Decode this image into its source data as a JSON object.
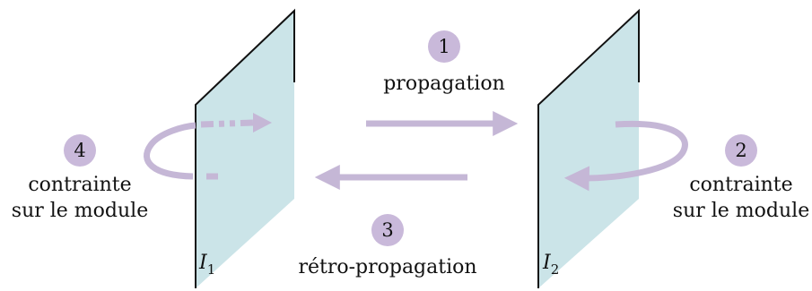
{
  "colors": {
    "plane_fill": "#cbe4e8",
    "plane_edge": "#111111",
    "arrow": "#c5b7d6",
    "badge": "#c9b9da",
    "text": "#111111"
  },
  "planes": [
    {
      "letter": "I",
      "index": "1"
    },
    {
      "letter": "I",
      "index": "2"
    }
  ],
  "steps": [
    {
      "number": "1",
      "line1": "propagation",
      "line2": ""
    },
    {
      "number": "2",
      "line1": "contrainte",
      "line2": "sur le module"
    },
    {
      "number": "3",
      "line1": "rétro-propagation",
      "line2": ""
    },
    {
      "number": "4",
      "line1": "contrainte",
      "line2": "sur le module"
    }
  ]
}
